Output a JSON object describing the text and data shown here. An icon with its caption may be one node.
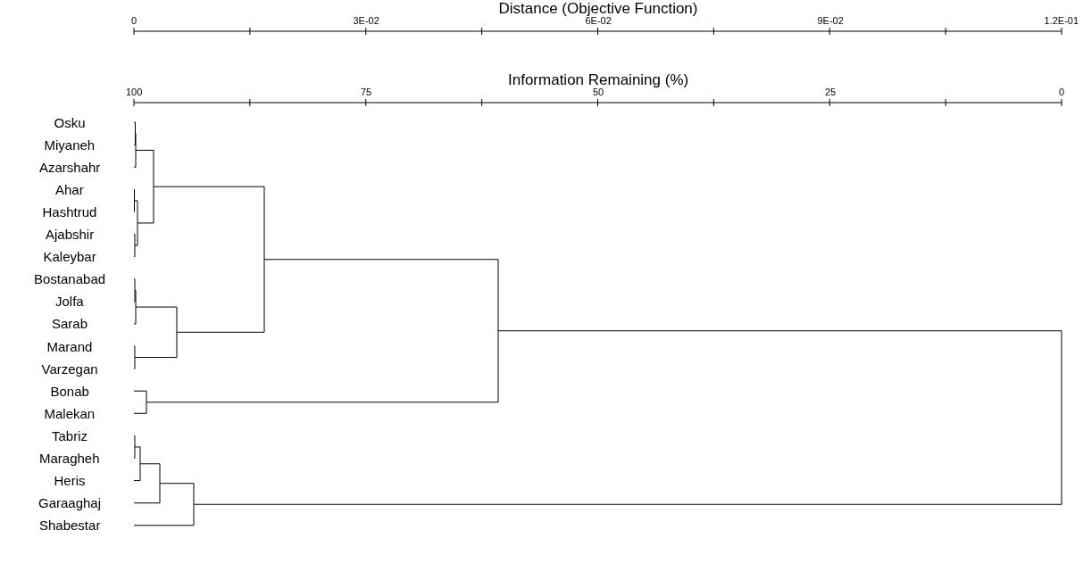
{
  "diagram": {
    "labels": [
      "Distance (Objective Function)",
      "0",
      "3E-02",
      "6E-02",
      "9E-02",
      "1.2E-01",
      "Information Remaining (%)",
      "100",
      "75",
      "50",
      "25",
      "0",
      "Osku",
      "Miyaneh",
      "Azarshahr",
      "Ahar",
      "Hashtrud",
      "Ajabshir",
      "Kaleybar",
      "Bostanabad",
      "Jolfa",
      "Sarab",
      "Marand",
      "Varzegan",
      "Bonab",
      "Malekan",
      "Tabriz",
      "Maragheh",
      "Heris",
      "Garaaghaj",
      "Shabestar"
    ]
  }
}
